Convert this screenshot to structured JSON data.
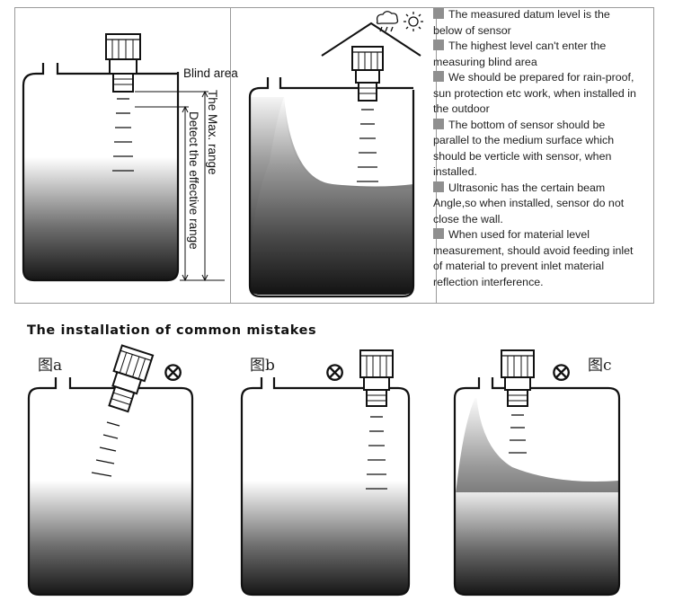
{
  "diagram": {
    "top_left": {
      "blind_area_label": "Blind area",
      "max_range_label": "The Max. range",
      "effective_range_label": "Detect the effective range"
    },
    "notes": [
      "The measured datum level is the below of sensor",
      "The highest level can't enter the measuring blind area",
      "We should be prepared for rain-proof, sun protection etc work, when installed in the outdoor",
      "The bottom of sensor should be parallel to the medium surface which should be verticle with sensor, when installed.",
      "Ultrasonic has the certain beam Angle,so when installed, sensor do not close the wall.",
      "When used for material level measurement, should avoid feeding inlet of material to prevent inlet material reflection interference."
    ],
    "mistakes_title": "The installation of common mistakes",
    "figures": {
      "a": "图a",
      "b": "图b",
      "c": "图c"
    },
    "wrong_mark": "⊗",
    "colors": {
      "border": "#9a9a9a",
      "bullet": "#8f8f8f",
      "liquid_dark": "#1a1a1a"
    }
  }
}
